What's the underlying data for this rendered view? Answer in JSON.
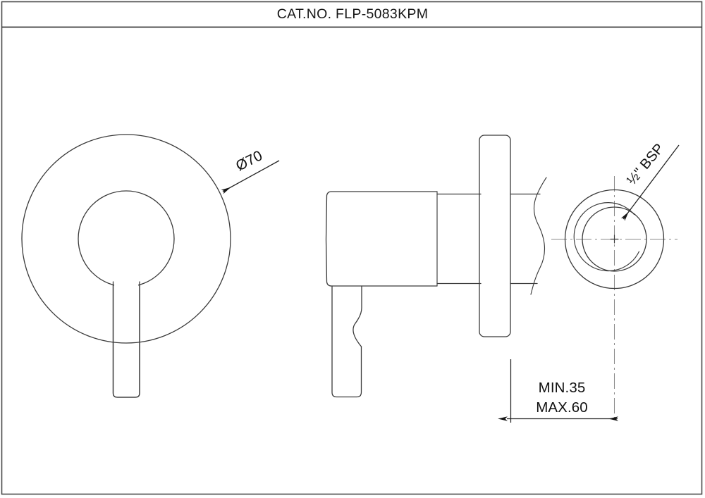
{
  "sheet": {
    "title": "CAT.NO. FLP-5083KPM",
    "border_color": "#4a4a4a",
    "line_color": "#3a3a3a",
    "background": "#ffffff"
  },
  "views": {
    "front": {
      "name": "front-elevation",
      "plate_label": "escutcheon-plate",
      "hub_label": "handle-hub",
      "lever_label": "lever-handle"
    },
    "side": {
      "name": "side-section",
      "body_label": "valve-body",
      "shaft_label": "valve-shaft",
      "flange_label": "wall-flange",
      "break_label": "break-line"
    },
    "end": {
      "name": "end-view",
      "outer_label": "outer-boss",
      "thread_label": "thread-circle"
    }
  },
  "annotations": {
    "diameter": {
      "label": "Ø70",
      "rotation_deg": -27,
      "target": "escutcheon-plate"
    },
    "thread": {
      "numerator": "1",
      "denominator": "2",
      "label": "½\" BSP",
      "suffix": "\" BSP",
      "rotation_deg": -50,
      "target": "thread-circle"
    },
    "projection": {
      "min_label": "MIN.35",
      "max_label": "MAX.60",
      "from": "wall-flange",
      "to": "end-view-centerline"
    }
  }
}
